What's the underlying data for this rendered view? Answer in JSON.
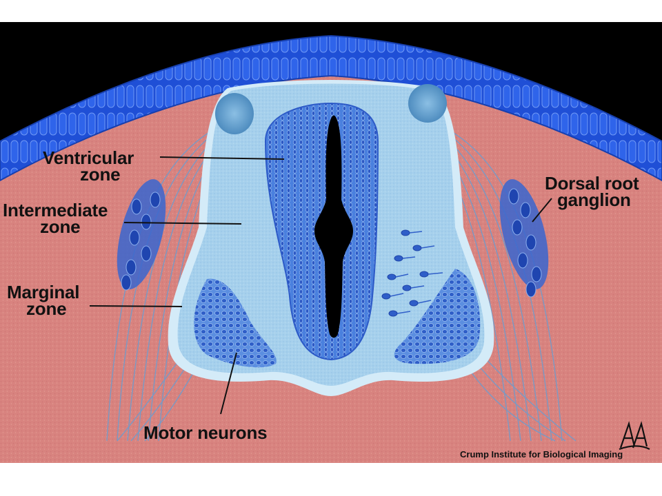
{
  "labels": {
    "ventricular": [
      "Ventricular",
      "zone"
    ],
    "intermediate": [
      "Intermediate",
      "zone"
    ],
    "marginal": [
      "Marginal",
      "zone"
    ],
    "motor": "Motor neurons",
    "dorsal_root": [
      "Dorsal root",
      "ganglion"
    ]
  },
  "credit": "Crump Institute for Biological Imaging",
  "colors": {
    "background": "#000000",
    "tissue": "#d8837f",
    "ectoderm": "#2453d8",
    "neural_tube": "#a9d2ee",
    "ventricular_cells": "#3b6fd8",
    "lumen": "#000000",
    "ganglion": "#2a55c4",
    "nerve_fibers": "#6f9ccc"
  }
}
